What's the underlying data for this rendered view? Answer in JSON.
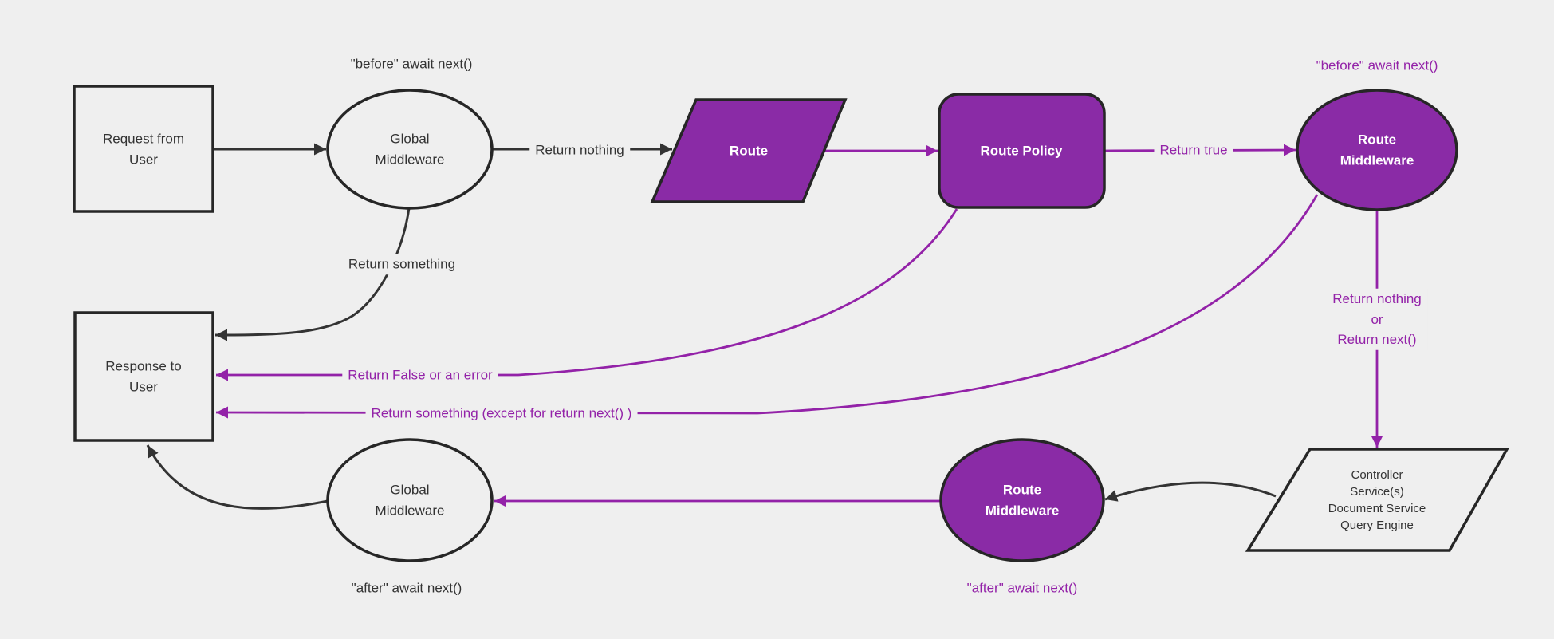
{
  "diagram": {
    "name": "Request lifecycle middleware flowchart",
    "colors": {
      "background": "#efefef",
      "purple_fill": "#8a2ba6",
      "purple_line": "#9322a8",
      "dark_line": "#333333",
      "node_border": "#262626",
      "light_node_fill": "#efefef",
      "dark_node_text": "#ffffff",
      "light_node_text": "#333333"
    }
  },
  "nodes": {
    "request": {
      "label": "Request from\nUser"
    },
    "global_middleware_top": {
      "label": "Global\nMiddleware"
    },
    "route": {
      "label": "Route"
    },
    "route_policy": {
      "label": "Route Policy"
    },
    "route_middleware_top": {
      "label": "Route\nMiddleware"
    },
    "services": {
      "label": "Controller\nService(s)\nDocument Service\nQuery Engine"
    },
    "route_middleware_bottom": {
      "label": "Route\nMiddleware"
    },
    "global_middleware_bottom": {
      "label": "Global\nMiddleware"
    },
    "response": {
      "label": "Response to\nUser"
    }
  },
  "edge_labels": {
    "before_await_next_global": "\"before\" await next()",
    "before_await_next_route": "\"before\" await next()",
    "return_nothing": "Return nothing",
    "return_true": "Return true",
    "return_something": "Return something",
    "return_nothing_or_next": "Return nothing\nor\nReturn next()",
    "return_false_or_error": "Return False or an error",
    "return_something_except": "Return something (except for return next() )",
    "after_await_next_route": "\"after\" await next()",
    "after_await_next_global": "\"after\" await next()"
  }
}
